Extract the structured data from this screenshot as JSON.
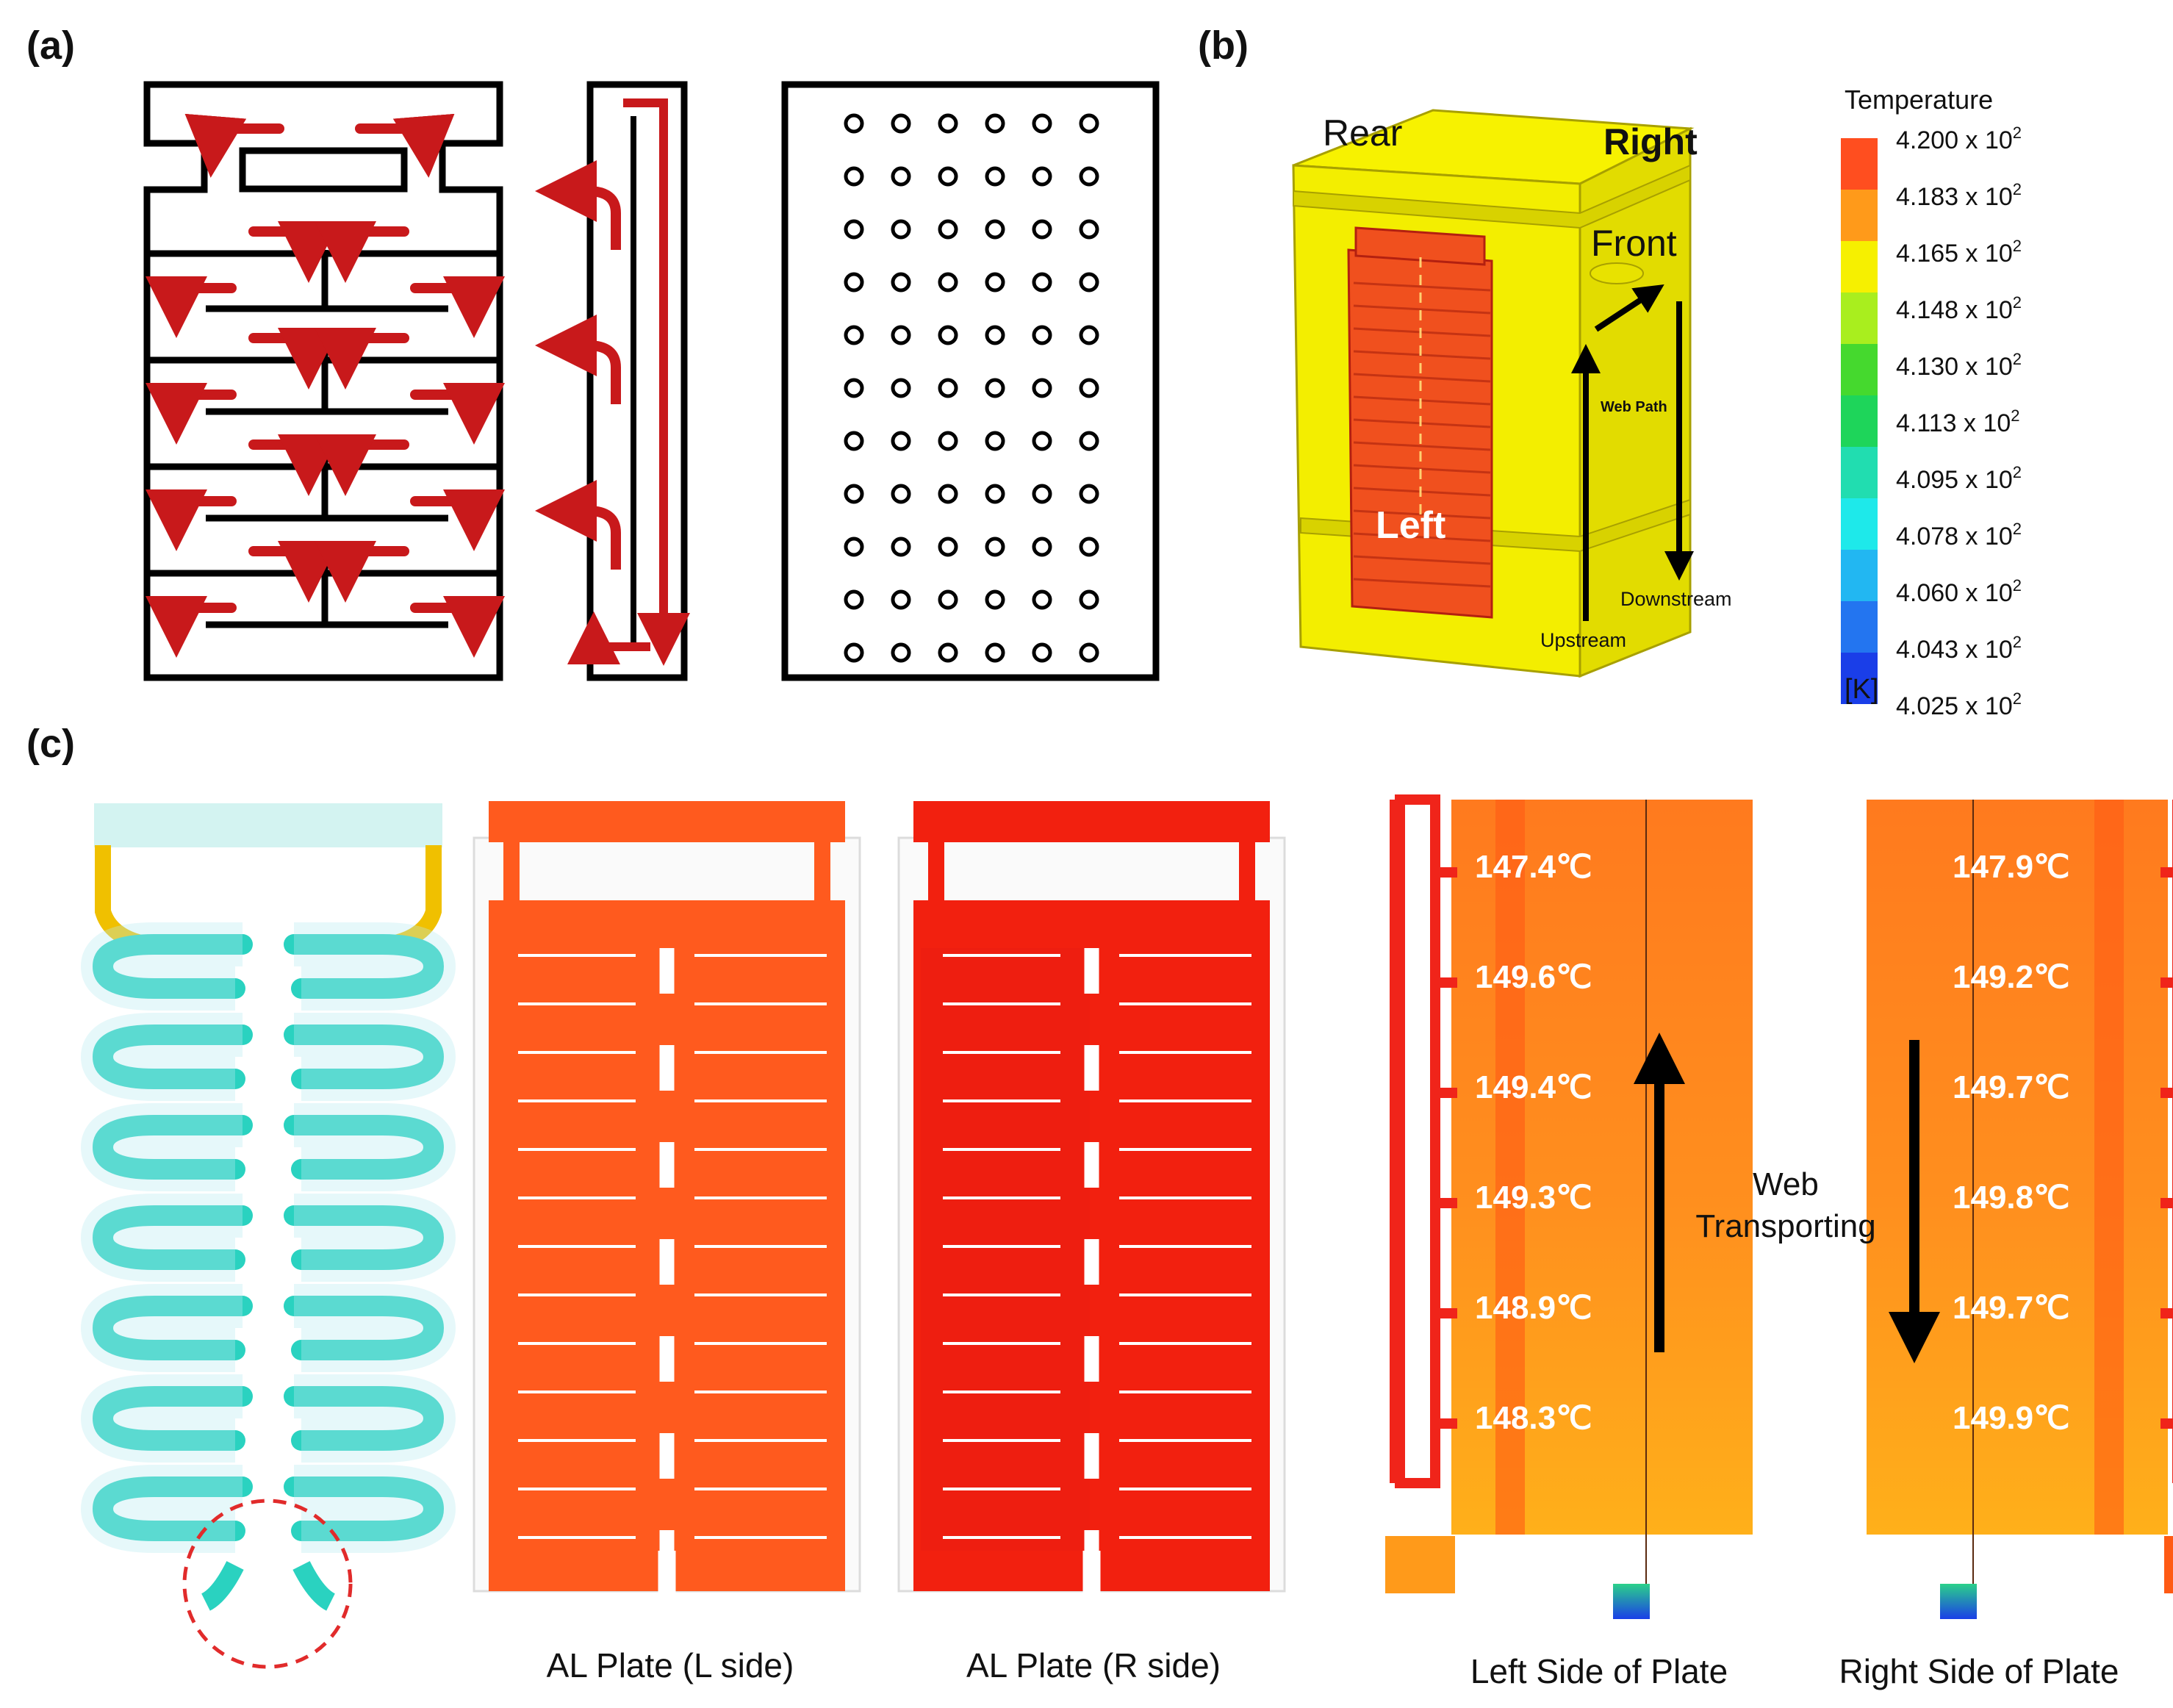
{
  "panels": {
    "a": "(a)",
    "b": "(b)",
    "c": "(c)"
  },
  "panel_b": {
    "faces": {
      "rear": "Rear",
      "right": "Right",
      "front": "Front",
      "left": "Left"
    },
    "web_path": "Web Path",
    "upstream": "Upstream",
    "downstream": "Downstream",
    "legend": {
      "title": "Temperature",
      "unit": "[K]",
      "values": [
        "4.200",
        "4.183",
        "4.165",
        "4.148",
        "4.130",
        "4.113",
        "4.095",
        "4.078",
        "4.060",
        "4.043",
        "4.025"
      ],
      "suffix": "x 10",
      "exponent": "2",
      "colors": [
        "#ff4e1f",
        "#ff9a1a",
        "#f6f000",
        "#a9ee1e",
        "#45d92e",
        "#1ed55a",
        "#21ddb0",
        "#1ee9ea",
        "#22b7f2",
        "#2375f0",
        "#1a3ee8"
      ]
    }
  },
  "panel_c": {
    "captions": {
      "al_left": "AL Plate (L side)",
      "al_right": "AL Plate (R side)",
      "left_side": "Left Side of Plate",
      "right_side": "Right Side of Plate"
    },
    "web_transport": {
      "line1": "Web",
      "line2": "Transporting"
    },
    "left_temps": [
      "147.4",
      "149.6",
      "149.4",
      "149.3",
      "148.9",
      "148.3"
    ],
    "right_temps": [
      "147.9",
      "149.2",
      "149.7",
      "149.8",
      "149.7",
      "149.9"
    ],
    "temp_unit": "℃",
    "colors": {
      "plate": "#ff5a1e",
      "plate_dark": "#f2200f",
      "flow": "#2ad2c0",
      "hot": "#ff3a10"
    }
  }
}
